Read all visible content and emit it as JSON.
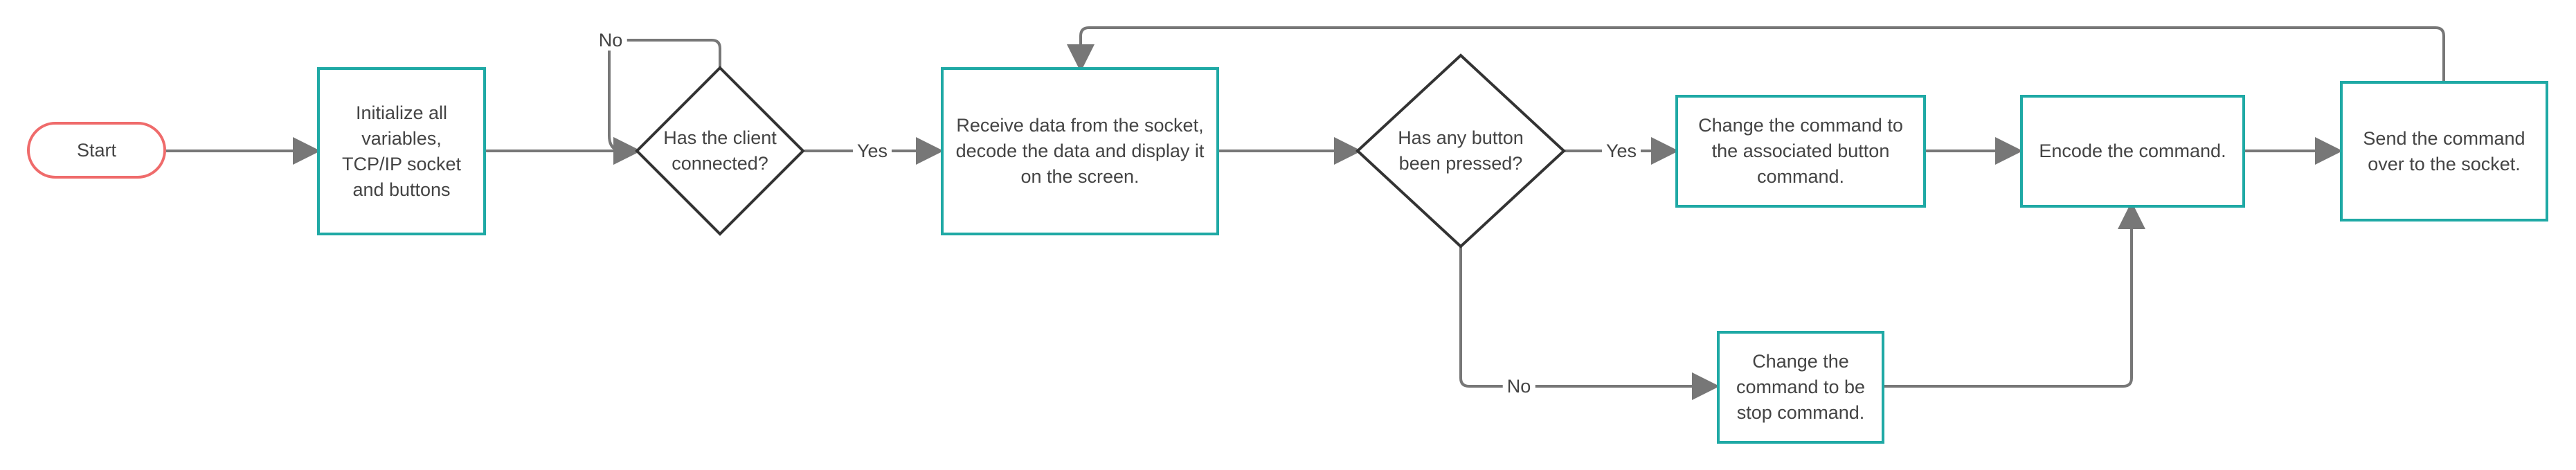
{
  "diagram": {
    "colors": {
      "process_border": "#1fa9a5",
      "terminal_border": "#ef6b6b",
      "decision_border": "#333333",
      "connector": "#777777",
      "text": "#444444"
    },
    "nodes": {
      "start": "Start",
      "init": "Initialize all variables, TCP/IP socket and buttons",
      "client_connected": "Has the client connected?",
      "receive": "Receive data from the socket, decode the data and display it on the screen.",
      "button_pressed": "Has any button been pressed?",
      "change_associated": "Change the command to the associated button command.",
      "encode": "Encode the command.",
      "send": "Send the command over to the socket.",
      "change_stop": "Change the command to be stop command."
    },
    "edge_labels": {
      "client_no": "No",
      "client_yes": "Yes",
      "button_yes": "Yes",
      "button_no": "No"
    }
  }
}
